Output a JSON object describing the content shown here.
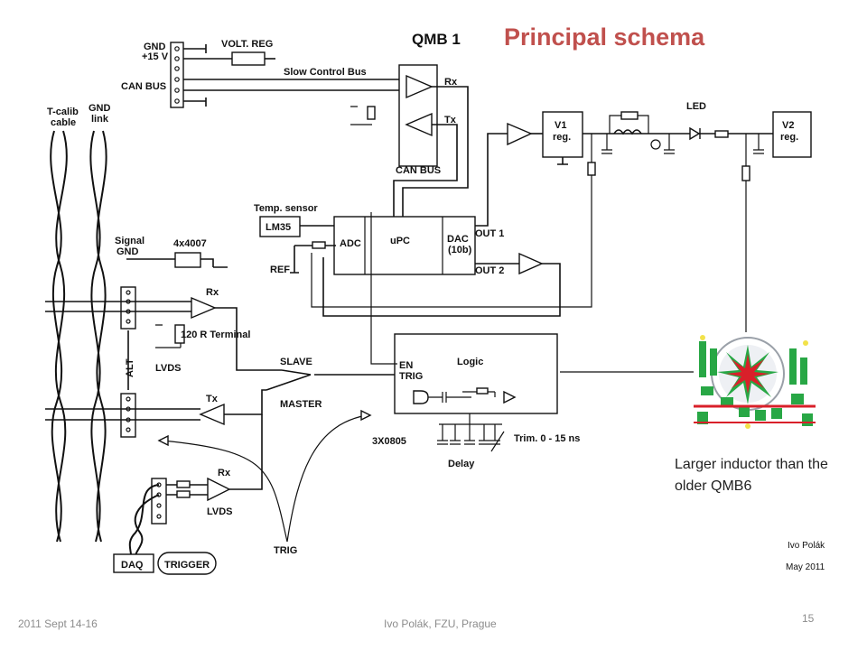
{
  "slide_title": "Principal schema",
  "caption": "Larger inductor than the older QMB6",
  "footer": {
    "date": "2011  Sept 14-16",
    "author": "Ivo Polák, FZU, Prague",
    "page_number": "15"
  },
  "schematic": {
    "title": "QMB 1",
    "labels": {
      "gnd": "GND",
      "plus15v": "+15 V",
      "canbus_left": "CAN BUS",
      "volt_reg": "VOLT. REG",
      "slow_control_bus": "Slow Control Bus",
      "rx_can": "Rx",
      "tx_can": "Tx",
      "canbus_bottom": "CAN BUS",
      "tcalib_cable": "T-calib\ncable",
      "gnd_link": "GND\nlink",
      "temp_sensor": "Temp. sensor",
      "lm35": "LM35",
      "adc": "ADC",
      "upc": "uPC",
      "dac": "DAC\n(10b)",
      "out1": "OUT 1",
      "out2": "OUT 2",
      "ref": "REF",
      "signal_gnd": "Signal\nGND",
      "diode_4x4007": "4x4007",
      "rx_lvds": "Rx",
      "terminal_120r": "120 R Terminal",
      "lvds_top": "LVDS",
      "alt": "ALT",
      "slave": "SLAVE",
      "master": "MASTER",
      "tx_lvds": "Tx",
      "en": "EN",
      "trig_logic": "TRIG",
      "logic": "Logic",
      "cap_3x0805": "3X0805",
      "trim": "Trim. 0 - 15 ns",
      "delay": "Delay",
      "rx_daq": "Rx",
      "lvds_bottom": "LVDS",
      "trig": "TRIG",
      "daq": "DAQ",
      "trigger": "TRIGGER",
      "v1_reg": "V1\nreg.",
      "v2_reg": "V2\nreg.",
      "led": "LED",
      "author": "Ivo Polák",
      "date": "May 2011"
    }
  }
}
